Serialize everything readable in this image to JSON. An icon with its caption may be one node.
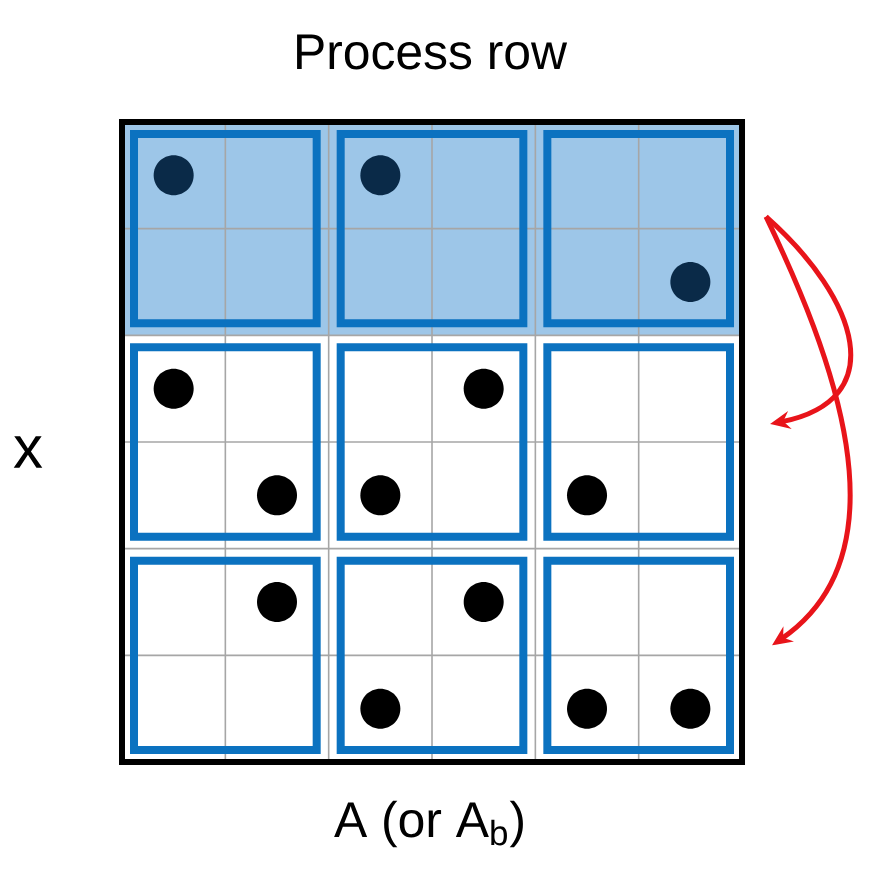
{
  "diagram": {
    "nodes": [
      {
        "text": [],
        "shape": "box"
      },
      {
        "text": [],
        "shape": "box"
      },
      {
        "text": [],
        "shape": "box"
      },
      {
        "text": [],
        "shape": "box"
      },
      {
        "text": [],
        "shape": "box"
      },
      {
        "text": [],
        "shape": "box"
      },
      {
        "text": [],
        "shape": "box"
      },
      {
        "text": [],
        "shape": "box"
      },
      {
        "text": [],
        "shape": "box"
      }
    ],
    "edges": [
      {
        "from": 2,
        "to": 5,
        "arrow": "to",
        "color": "#e8141a"
      },
      {
        "from": 2,
        "to": 8,
        "arrow": "to",
        "color": "#e8141a"
      }
    ],
    "labels": [
      "Process row",
      "x",
      "A (or A$_{b}$)"
    ]
  }
}
